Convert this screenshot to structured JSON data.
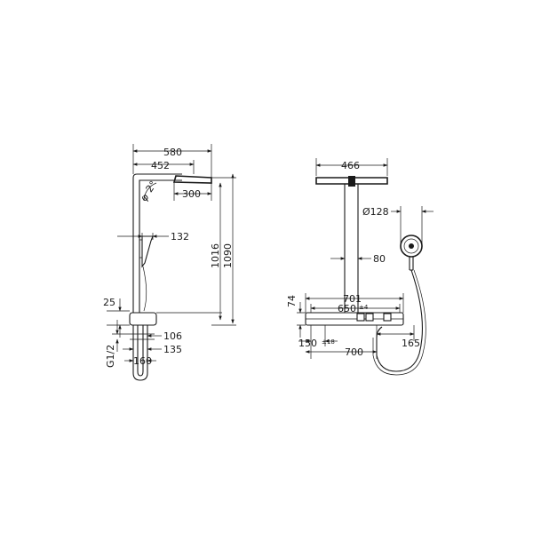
{
  "dimensions": {
    "left": {
      "d580": "580",
      "d452": "452",
      "d300": "300",
      "angle": "2°",
      "d132": "132",
      "d1016": "1016",
      "d1090": "1090",
      "d25": "25",
      "thread": "G1/2",
      "d106": "106",
      "d135": "135",
      "d160": "160"
    },
    "right": {
      "d466": "466",
      "d128": "Ø128",
      "d80": "80",
      "d74": "74",
      "d701": "701",
      "d650": "650",
      "tol4": "±4",
      "d165": "165",
      "d150": "150",
      "tol18": "±18",
      "d700": "700"
    }
  },
  "colors": {
    "ink": "#1a1a1a",
    "background": "#ffffff"
  }
}
